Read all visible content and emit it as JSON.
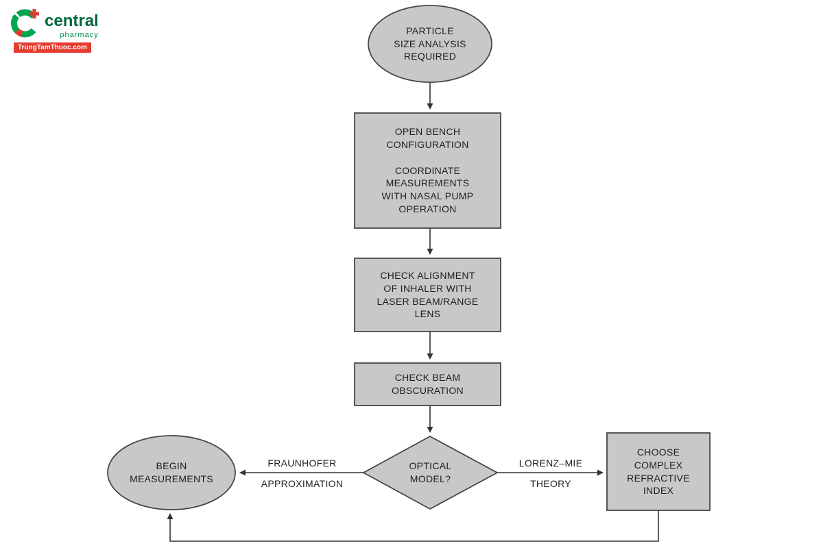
{
  "logo": {
    "brand": "central",
    "sub": "pharmacy",
    "site": "TrungTamThuoc.com",
    "colors": {
      "green_dark": "#00693e",
      "green": "#00a551",
      "red": "#e43b2f"
    }
  },
  "flowchart": {
    "style": {
      "node_fill": "#c8c8c8",
      "node_stroke": "#474747",
      "connector_stroke": "#333333",
      "text_color": "#1f1f1f"
    },
    "nodes": {
      "start": {
        "shape": "ellipse",
        "text": "PARTICLE\nSIZE ANALYSIS\nREQUIRED"
      },
      "open_bench": {
        "shape": "rect",
        "text": "OPEN BENCH\nCONFIGURATION\n\nCOORDINATE\nMEASUREMENTS\nWITH NASAL PUMP\nOPERATION"
      },
      "check_alignment": {
        "shape": "rect",
        "text": "CHECK ALIGNMENT\nOF INHALER WITH\nLASER BEAM/RANGE\nLENS"
      },
      "check_beam": {
        "shape": "rect",
        "text": "CHECK BEAM\nOBSCURATION"
      },
      "optical_model": {
        "shape": "diamond",
        "text": "OPTICAL\nMODEL?"
      },
      "begin_measurements": {
        "shape": "ellipse",
        "text": "BEGIN\nMEASUREMENTS"
      },
      "choose_index": {
        "shape": "rect",
        "text": "CHOOSE\nCOMPLEX\nREFRACTIVE\nINDEX"
      }
    },
    "edges": {
      "fraunhofer": {
        "line1": "FRAUNHOFER",
        "line2": "APPROXIMATION"
      },
      "lorenz": {
        "line1": "LORENZ–MIE",
        "line2": "THEORY"
      }
    }
  }
}
